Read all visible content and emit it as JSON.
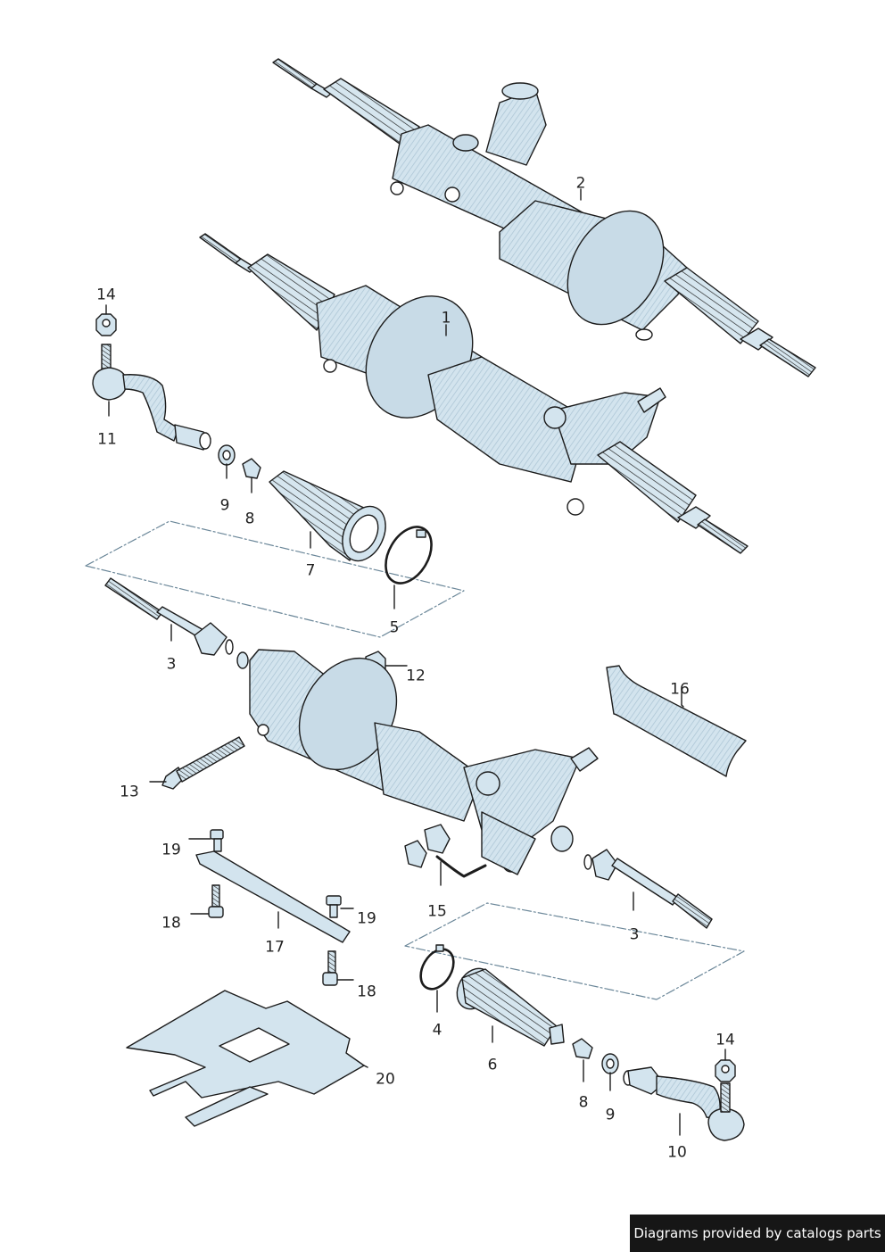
{
  "colors": {
    "part_fill": "#d3e4ee",
    "part_shade": "#a9c3d3",
    "outline": "#1c1c1c",
    "group_frame": "#6b8799",
    "footer_bg": "#161616",
    "footer_text": "#ffffff"
  },
  "callouts": {
    "c1": "1",
    "c2": "2",
    "c3a": "3",
    "c3b": "3",
    "c4": "4",
    "c5": "5",
    "c6": "6",
    "c7": "7",
    "c8a": "8",
    "c8b": "8",
    "c9a": "9",
    "c9b": "9",
    "c10": "10",
    "c11": "11",
    "c12": "12",
    "c13": "13",
    "c14a": "14",
    "c14b": "14",
    "c15": "15",
    "c16": "16",
    "c17": "17",
    "c18a": "18",
    "c18b": "18",
    "c19a": "19",
    "c19b": "19",
    "c20": "20"
  },
  "footer": {
    "text": "Diagrams provided by catalogs parts"
  }
}
